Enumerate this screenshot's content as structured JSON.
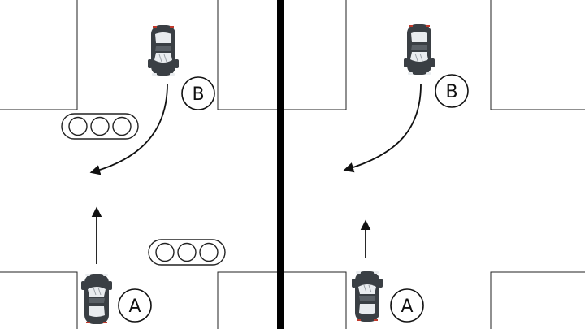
{
  "panels": [
    {
      "id": "left",
      "has_signals": true
    },
    {
      "id": "right",
      "has_signals": false
    }
  ],
  "vehicles": {
    "a_label": "A",
    "b_label": "B"
  },
  "colors": {
    "car_body": "#3a3f44",
    "car_window": "#e9ecef",
    "divider": "#000000",
    "line": "#222222"
  },
  "icons": {
    "car": "car-topview-icon",
    "traffic_light": "traffic-light-icon"
  }
}
